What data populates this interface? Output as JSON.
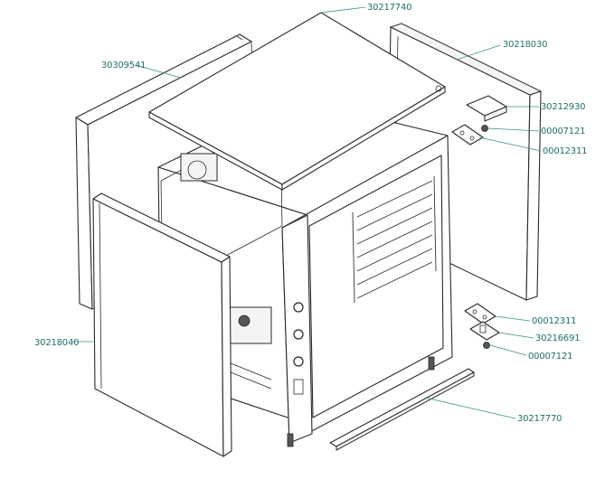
{
  "diagram": {
    "part_numbers": {
      "top_panel": "30217740",
      "left_rear_panel": "30309541",
      "right_panel": "30218030",
      "hinge_cover": "30212930",
      "nut_upper": "00007121",
      "hinge_plate_upper": "00012311",
      "left_front_panel": "30218040",
      "hinge_plate_lower": "00012311",
      "hinge_lower": "30216691",
      "nut_lower": "00007121",
      "drip_channel": "30217770"
    }
  }
}
